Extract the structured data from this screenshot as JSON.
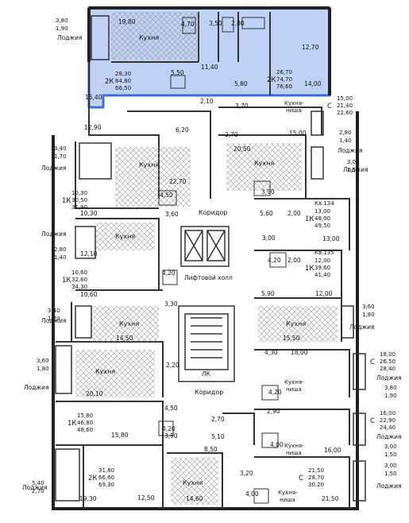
{
  "highlight_color": "#3a6fd8",
  "highlight_fill": "#a9c3f2",
  "labels": {
    "lodzhia": "Лоджия",
    "kukhnia": "Кухня",
    "kukhnia_nisha_1": "Кухня-",
    "kukhnia_nisha_2": "ниша",
    "koridor": "Коридор",
    "lift_hall": "Лифтовой холл",
    "lk": "ЛК"
  },
  "apartments": {
    "a2k_top": {
      "rooms": "2К",
      "areas": [
        "26,70",
        "74,70",
        "76,60"
      ]
    },
    "a2k_upper_left": {
      "rooms": "2К",
      "areas": [
        "28,30",
        "64,80",
        "66,50"
      ]
    },
    "a1k_upper": {
      "rooms": "1К",
      "areas": [
        "10,30",
        "30,50",
        "31,90"
      ]
    },
    "a1k_mid": {
      "rooms": "1К",
      "areas": [
        "10,60",
        "32,60",
        "34,30"
      ]
    },
    "a1k_lower": {
      "rooms": "1К",
      "areas": [
        "15,80",
        "46,80",
        "48,60"
      ]
    },
    "a2k_bottom": {
      "rooms": "2К",
      "areas": [
        "31,80",
        "66,60",
        "69,30"
      ]
    },
    "kv134": {
      "rooms": "1К",
      "name": "Кв.134",
      "areas": [
        "13,00",
        "48,00",
        "49,50"
      ]
    },
    "kv135": {
      "rooms": "1К",
      "name": "Кв.135",
      "areas": [
        "12,00",
        "39,60",
        "41,40"
      ]
    },
    "s_top": {
      "rooms": "С",
      "areas": [
        "15,00",
        "21,40",
        "22,60"
      ]
    },
    "s_mid1": {
      "rooms": "С",
      "areas": [
        "18,00",
        "26,50",
        "28,40"
      ]
    },
    "s_mid2": {
      "rooms": "С",
      "areas": [
        "16,00",
        "22,90",
        "24,40"
      ]
    },
    "s_bottom": {
      "rooms": "С",
      "areas": [
        "21,50",
        "28,70",
        "30,20"
      ]
    }
  },
  "balconies": {
    "l1": [
      "3,80",
      "1,90"
    ],
    "l2": [
      "3,40",
      "1,70"
    ],
    "l3": [
      "2,80",
      "1,40"
    ],
    "l4": [
      "3,40",
      "1,70"
    ],
    "l5": [
      "3,60",
      "1,80"
    ],
    "l6": [
      "5,40",
      "2,70"
    ],
    "r1": [
      "2,80",
      "1,40"
    ],
    "r2": [
      "3,00",
      "1,50"
    ],
    "r3": [
      "3,60",
      "1,80"
    ],
    "r4": [
      "3,80",
      "1,90"
    ],
    "r5": [
      "3,00",
      "1,50"
    ],
    "r6": [
      "3,00",
      "1,50"
    ]
  },
  "room_areas": {
    "r19_80": "19,80",
    "r4_70": "4,70",
    "r3_50": "3,50",
    "r2_80a": "2,80",
    "r12_70a": "12,70",
    "r5_50": "5,50",
    "r11_40": "11,40",
    "r5_80": "5,80",
    "r14_00": "14,00",
    "r15_40": "15,40",
    "r2_10": "2,10",
    "r3_70": "3,70",
    "r12_90": "12,90",
    "r6_20": "6,20",
    "r2_70a": "2,70",
    "r15_00": "15,00",
    "r20_50": "20,50",
    "r22_70": "22,70",
    "r4_50a": "4,50",
    "r3_90a": "3,90",
    "r10_30": "10,30",
    "r3_60": "3,60",
    "r5_60": "5,60",
    "r2_00a": "2,00",
    "r3_00": "3,00",
    "r13_00": "13,00",
    "r12_10": "12,10",
    "r4_20a": "4,20",
    "r2_00b": "2,00",
    "r4_20b": "4,20",
    "r10_60": "10,60",
    "r3_30": "3,30",
    "r5_90": "5,90",
    "r12_00": "12,00",
    "r14_50": "14,50",
    "r15_50": "15,50",
    "r2_20": "2,20",
    "r4_30": "4,30",
    "r18_00": "18,00",
    "r20_10": "20,10",
    "r4_20c": "4,20",
    "r4_50b": "4,50",
    "r2_90": "2,90",
    "r2_70b": "2,70",
    "r4_20d": "4,20",
    "r3_90b": "3,90",
    "r5_10": "5,10",
    "r15_80": "15,80",
    "r8_50": "8,50",
    "r4_00a": "4,00",
    "r16_00": "16,00",
    "r19_30": "19,30",
    "r12_50": "12,50",
    "r14_60": "14,60",
    "r3_20": "3,20",
    "r4_00b": "4,00",
    "r21_50": "21,50"
  }
}
